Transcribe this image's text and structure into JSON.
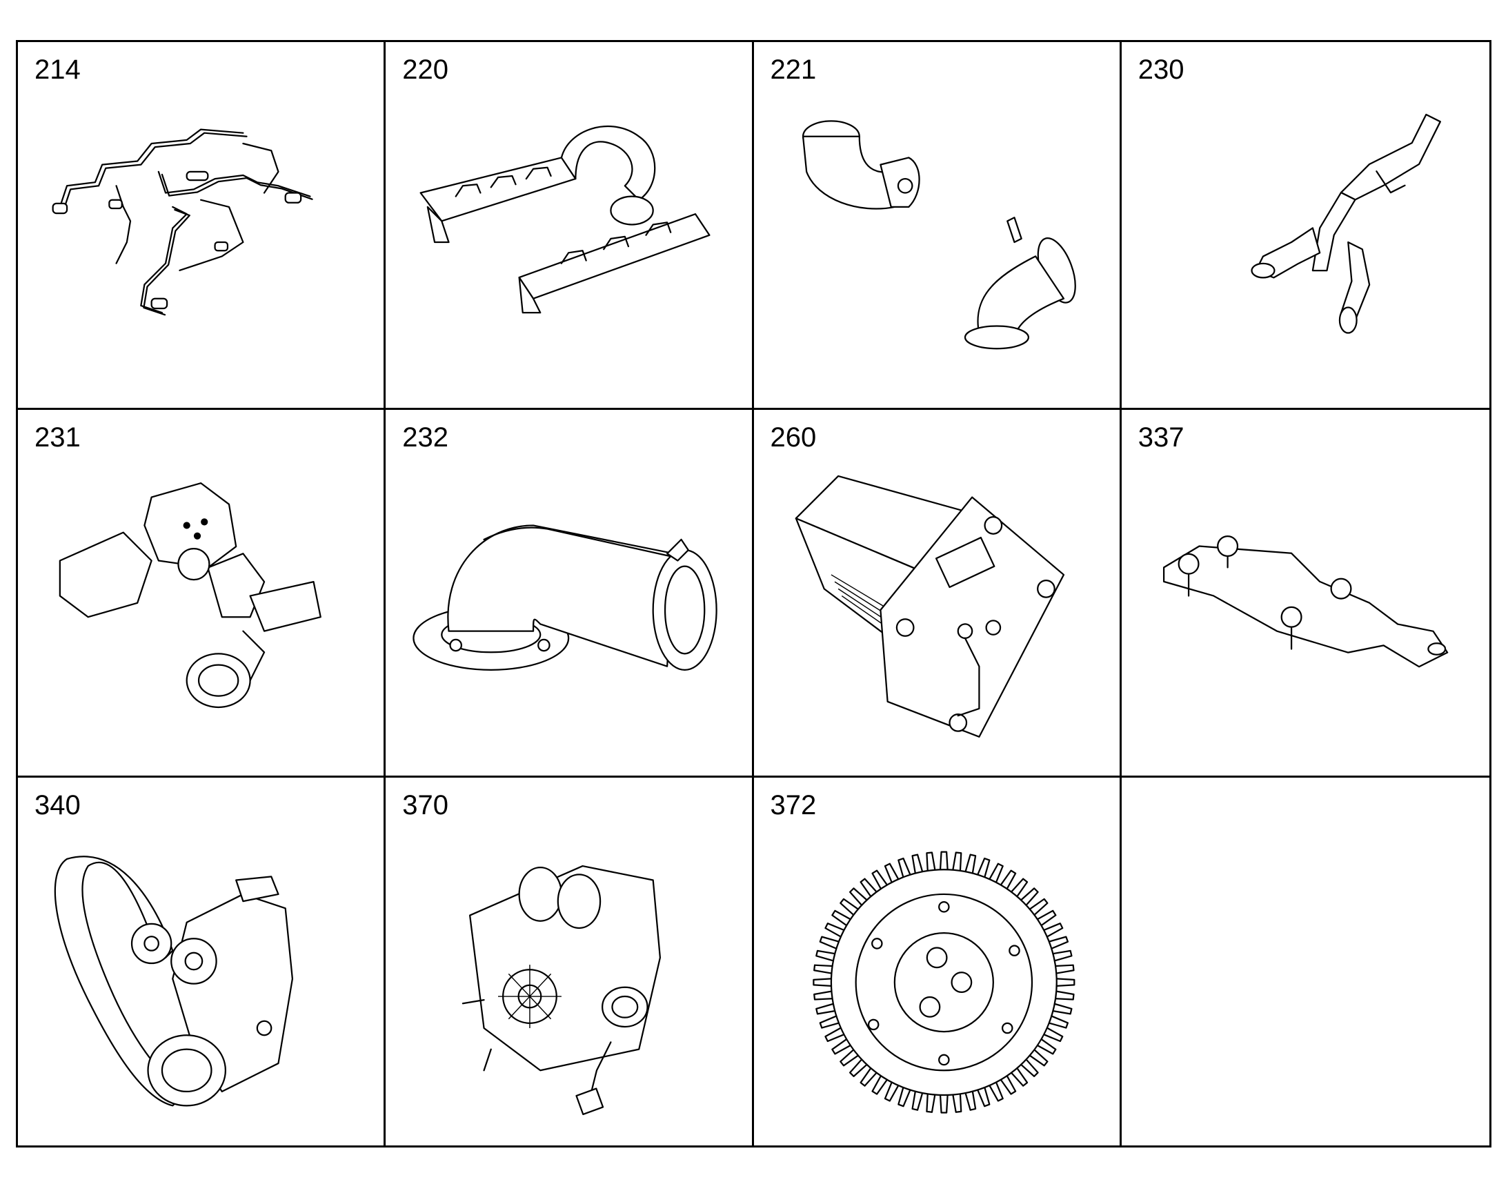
{
  "cells": [
    {
      "number": "214",
      "icon": "fuel-injection-lines-icon"
    },
    {
      "number": "220",
      "icon": "intake-manifold-icon"
    },
    {
      "number": "221",
      "icon": "air-hose-elbows-icon"
    },
    {
      "number": "230",
      "icon": "exhaust-manifold-icon"
    },
    {
      "number": "231",
      "icon": "turbocharger-manifold-icon"
    },
    {
      "number": "232",
      "icon": "exhaust-elbow-clamp-icon"
    },
    {
      "number": "260",
      "icon": "heater-flange-icon"
    },
    {
      "number": "337",
      "icon": "bracket-plate-icon"
    },
    {
      "number": "340",
      "icon": "drive-belt-pump-icon"
    },
    {
      "number": "370",
      "icon": "fuel-pump-unit-icon"
    },
    {
      "number": "372",
      "icon": "gear-wheel-icon"
    },
    {
      "number": "",
      "icon": ""
    }
  ],
  "colors": {
    "line": "#000000",
    "background": "#ffffff"
  }
}
